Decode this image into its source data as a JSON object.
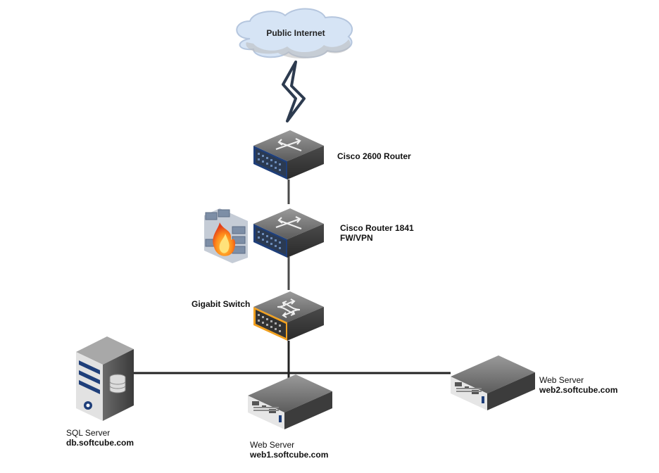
{
  "cloud": {
    "label": "Public Internet"
  },
  "devices": {
    "router2600": {
      "label": "Cisco 2600 Router"
    },
    "router1841": {
      "line1": "Cisco Router 1841",
      "line2": "FW/VPN"
    },
    "switch": {
      "label": "Gigabit Switch"
    },
    "sql": {
      "line1": "SQL Server",
      "line2": "db.softcube.com"
    },
    "web1": {
      "line1": "Web Server",
      "line2": "web1.softcube.com"
    },
    "web2": {
      "line1": "Web Server",
      "line2": "web2.softcube.com"
    }
  },
  "colors": {
    "link": "#4a4a4a",
    "router_stripe": "#1f3f7a",
    "switch_stripe": "#f0a020",
    "cloud": "#d6e4f5",
    "lightning": "#2d3b4f"
  }
}
